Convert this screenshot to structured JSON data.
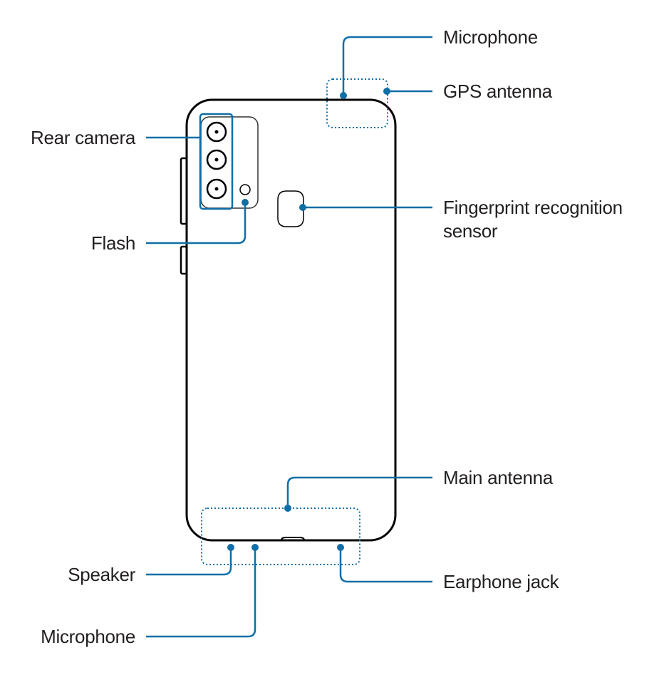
{
  "labels": {
    "microphone_top": "Microphone",
    "gps_antenna": "GPS antenna",
    "rear_camera": "Rear camera",
    "flash": "Flash",
    "fingerprint_line1": "Fingerprint recognition",
    "fingerprint_line2": "sensor",
    "main_antenna": "Main antenna",
    "speaker": "Speaker",
    "earphone_jack": "Earphone jack",
    "microphone_bottom": "Microphone"
  },
  "colors": {
    "callout": "#0f6ea6",
    "outline": "#000000",
    "text": "#231f20"
  }
}
